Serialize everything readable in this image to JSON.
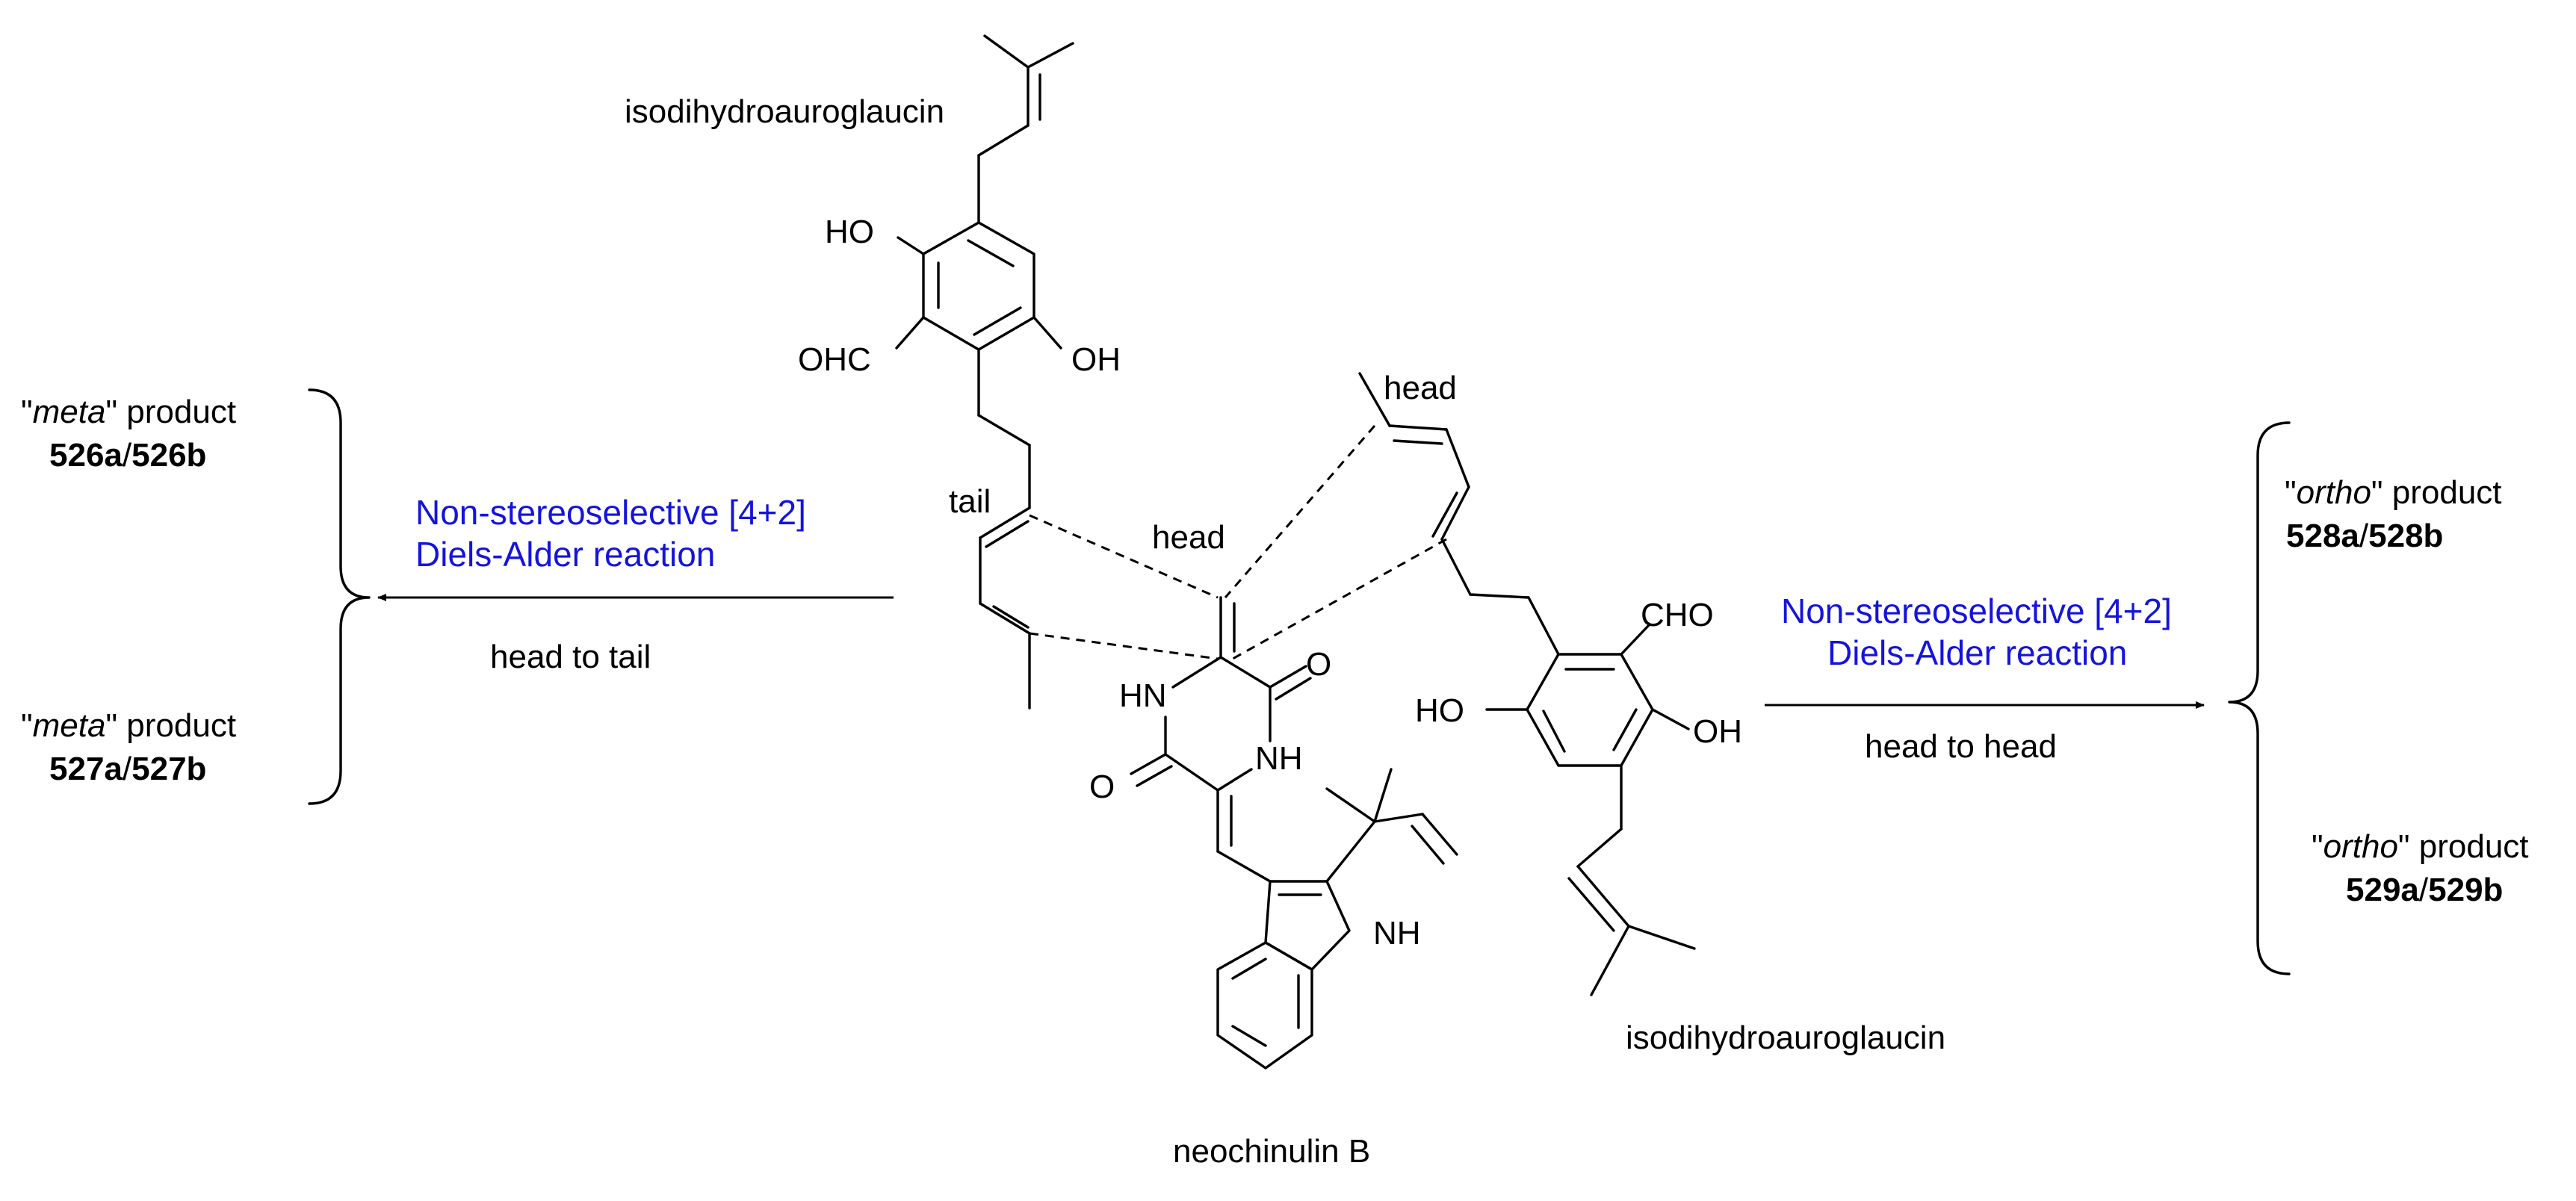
{
  "labels": {
    "top_compound": "isodihydroauroglaucin",
    "bottom_right_compound": "isodihydroauroglaucin",
    "center_compound": "neochinulin B",
    "head_top": "head",
    "head_left": "head",
    "tail": "tail"
  },
  "atoms": {
    "ho_top": "HO",
    "ohc": "OHC",
    "oh_top": "OH",
    "hn": "HN",
    "nh_ring": "NH",
    "o_right": "O",
    "o_left": "O",
    "nh_indole": "NH",
    "cho": "CHO",
    "ho_right": "HO",
    "oh_right": "OH"
  },
  "left_reaction": {
    "line1": "Non-stereoselective [4+2]",
    "line2": "Diels-Alder reaction",
    "condition": "head to tail"
  },
  "right_reaction": {
    "line1": "Non-stereoselective [4+2]",
    "line2": "Diels-Alder reaction",
    "condition": "head to head"
  },
  "left_products": [
    {
      "quote_open": "\"",
      "kind": "meta",
      "quote_close": "\" product",
      "id_a": "526a",
      "sep": "/",
      "id_b": "526b"
    },
    {
      "quote_open": "\"",
      "kind": "meta",
      "quote_close": "\" product",
      "id_a": "527a",
      "sep": "/",
      "id_b": "527b"
    }
  ],
  "right_products": [
    {
      "quote_open": "\"",
      "kind": "ortho",
      "quote_close": "\" product",
      "id_a": "528a",
      "sep": "/",
      "id_b": "528b"
    },
    {
      "quote_open": "\"",
      "kind": "ortho",
      "quote_close": "\" product",
      "id_a": "529a",
      "sep": "/",
      "id_b": "529b"
    }
  ]
}
